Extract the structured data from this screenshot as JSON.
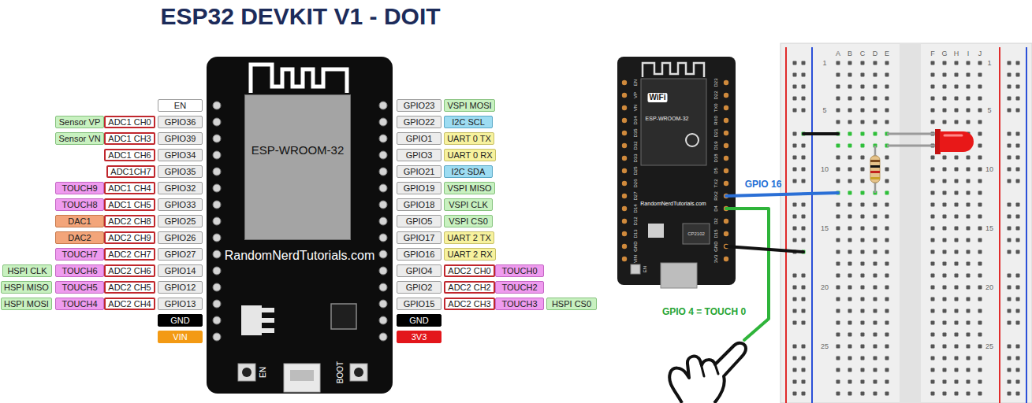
{
  "diagram": {
    "title": "ESP32 DEVKIT V1 - DOIT",
    "nodes": [
      {
        "text": [
          "RandomNerdTutorials.com"
        ]
      },
      {
        "text": [
          "ESP-WROOM-32"
        ],
        "in": 0
      },
      {
        "text": [
          "EN"
        ]
      },
      {
        "text": [
          "Sensor VP"
        ]
      },
      {
        "text": [
          "ADC1 CH0"
        ]
      },
      {
        "text": [
          "GPIO36"
        ]
      },
      {
        "text": [
          "Sensor VN"
        ]
      },
      {
        "text": [
          "ADC1 CH3"
        ]
      },
      {
        "text": [
          "GPIO39"
        ]
      },
      {
        "text": [
          "ADC1 CH6"
        ]
      },
      {
        "text": [
          "GPIO34"
        ]
      },
      {
        "text": [
          "ADC1CH7"
        ]
      },
      {
        "text": [
          "GPIO35"
        ]
      },
      {
        "text": [
          "TOUCH9"
        ]
      },
      {
        "text": [
          "ADC1 CH4"
        ]
      },
      {
        "text": [
          "GPIO32"
        ]
      },
      {
        "text": [
          "TOUCH8"
        ]
      },
      {
        "text": [
          "ADC1 CH5"
        ]
      },
      {
        "text": [
          "GPIO33"
        ]
      },
      {
        "text": [
          "DAC1"
        ]
      },
      {
        "text": [
          "ADC2 CH8"
        ]
      },
      {
        "text": [
          "GPIO25"
        ]
      },
      {
        "text": [
          "DAC2"
        ]
      },
      {
        "text": [
          "ADC2 CH9"
        ]
      },
      {
        "text": [
          "GPIO26"
        ]
      },
      {
        "text": [
          "TOUCH7"
        ]
      },
      {
        "text": [
          "ADC2 CH7"
        ]
      },
      {
        "text": [
          "GPIO27"
        ]
      },
      {
        "text": [
          "HSPI CLK"
        ]
      },
      {
        "text": [
          "TOUCH6"
        ]
      },
      {
        "text": [
          "ADC2 CH6"
        ]
      },
      {
        "text": [
          "GPIO14"
        ]
      },
      {
        "text": [
          "HSPI MISO"
        ]
      },
      {
        "text": [
          "TOUCH5"
        ]
      },
      {
        "text": [
          "ADC2 CH5"
        ]
      },
      {
        "text": [
          "GPIO12"
        ]
      },
      {
        "text": [
          "HSPI MOSI"
        ]
      },
      {
        "text": [
          "TOUCH4"
        ]
      },
      {
        "text": [
          "ADC2 CH4"
        ]
      },
      {
        "text": [
          "GPIO13"
        ]
      },
      {
        "text": [
          "GND"
        ]
      },
      {
        "text": [
          "VIN"
        ]
      },
      {
        "text": [
          "GPIO23"
        ]
      },
      {
        "text": [
          "VSPI MOSI"
        ]
      },
      {
        "text": [
          "GPIO22"
        ]
      },
      {
        "text": [
          "I2C SCL"
        ]
      },
      {
        "text": [
          "GPIO1"
        ]
      },
      {
        "text": [
          "UART 0 TX"
        ]
      },
      {
        "text": [
          "GPIO3"
        ]
      },
      {
        "text": [
          "UART 0 RX"
        ]
      },
      {
        "text": [
          "GPIO21"
        ]
      },
      {
        "text": [
          "I2C SDA"
        ]
      },
      {
        "text": [
          "GPIO19"
        ]
      },
      {
        "text": [
          "VSPI MISO"
        ]
      },
      {
        "text": [
          "GPIO18"
        ]
      },
      {
        "text": [
          "VSPI CLK"
        ]
      },
      {
        "text": [
          "GPIO5"
        ]
      },
      {
        "text": [
          "VSPI CS0"
        ]
      },
      {
        "text": [
          "GPIO17"
        ]
      },
      {
        "text": [
          "UART 2 TX"
        ]
      },
      {
        "text": [
          "GPIO16"
        ]
      },
      {
        "text": [
          "UART 2 RX"
        ]
      },
      {
        "text": [
          "GPIO4"
        ]
      },
      {
        "text": [
          "ADC2 CH0"
        ]
      },
      {
        "text": [
          "TOUCH0"
        ]
      },
      {
        "text": [
          "GPIO2"
        ]
      },
      {
        "text": [
          "ADC2 CH2"
        ]
      },
      {
        "text": [
          "TOUCH2"
        ]
      },
      {
        "text": [
          "GPIO15"
        ]
      },
      {
        "text": [
          "ADC2 CH3"
        ]
      },
      {
        "text": [
          "TOUCH3"
        ]
      },
      {
        "text": [
          "HSPI CS0"
        ]
      },
      {
        "text": [
          "GND"
        ]
      },
      {
        "text": [
          "3V3"
        ]
      }
    ],
    "labels": [
      "EN",
      "BOOT",
      "GPIO 16",
      "GPIO 4 = TOUCH 0",
      "WiFi",
      "ESP-WROOM-32",
      "RandomNerdTutorials.com",
      "CP2102",
      "EN",
      "EN",
      "VP",
      "VN",
      "D34",
      "D35",
      "D32",
      "D33",
      "D25",
      "D26",
      "D27",
      "D14",
      "D12",
      "D13",
      "GND",
      "VIN",
      "D23",
      "D22",
      "TX0",
      "RX0",
      "D21",
      "D19",
      "D18",
      "D5",
      "TX2",
      "RX2",
      "D4",
      "D2",
      "D15",
      "GND",
      "3V3",
      "A",
      "B",
      "C",
      "D",
      "E",
      "F",
      "G",
      "H",
      "I",
      "J",
      "1",
      "5",
      "10",
      "15",
      "20",
      "25",
      "1",
      "5",
      "10",
      "15",
      "20",
      "25"
    ]
  }
}
